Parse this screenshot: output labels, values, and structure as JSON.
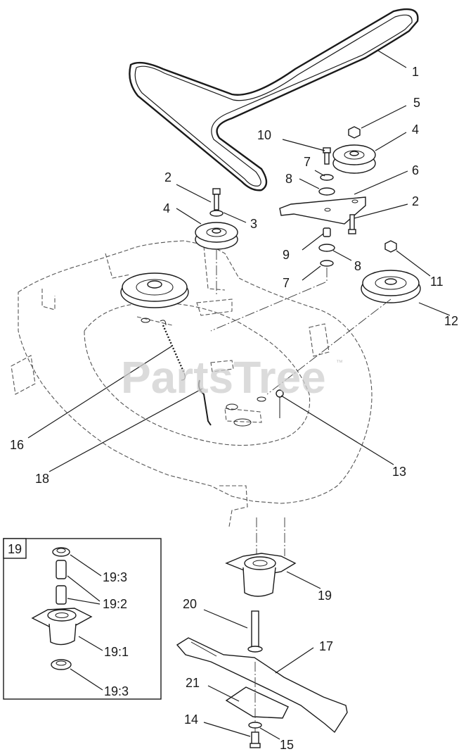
{
  "watermark": {
    "text": "PartsTree",
    "mark": "™"
  },
  "inset": {
    "box_label": "19"
  },
  "callouts": {
    "c1": "1",
    "c2a": "2",
    "c2b": "2",
    "c3": "3",
    "c4a": "4",
    "c4b": "4",
    "c5": "5",
    "c6": "6",
    "c7a": "7",
    "c7b": "7",
    "c8a": "8",
    "c8b": "8",
    "c9": "9",
    "c10": "10",
    "c11": "11",
    "c12": "12",
    "c13": "13",
    "c14": "14",
    "c15": "15",
    "c16": "16",
    "c17": "17",
    "c18": "18",
    "c19": "19",
    "c20": "20",
    "c21": "21",
    "c19_1": "19:1",
    "c19_2": "19:2",
    "c19_3a": "19:3",
    "c19_3b": "19:3"
  }
}
